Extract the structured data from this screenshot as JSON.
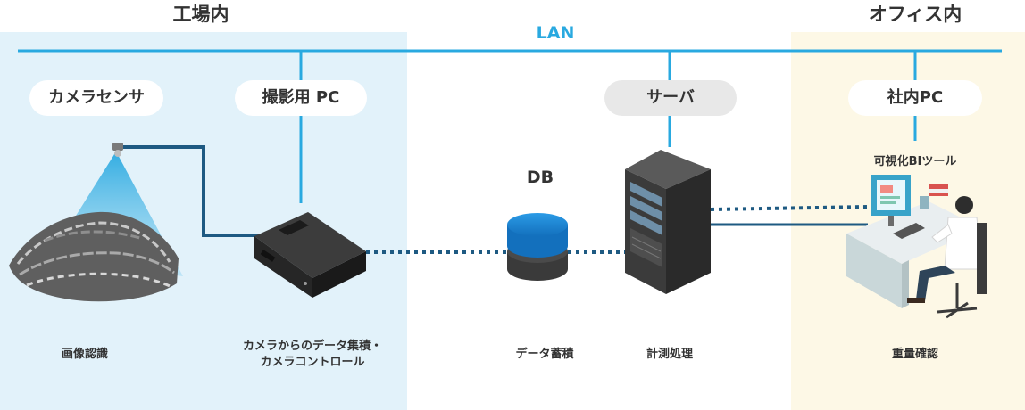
{
  "zones": {
    "factory": {
      "title": "工場内"
    },
    "office": {
      "title": "オフィス内"
    }
  },
  "network": {
    "lan_label": "LAN"
  },
  "nodes": {
    "camera_sensor": {
      "label": "カメラセンサ",
      "caption": "画像認識"
    },
    "capture_pc": {
      "label": "撮影用 PC",
      "caption_line1": "カメラからのデータ集積・",
      "caption_line2": "カメラコントロール"
    },
    "db": {
      "label": "DB",
      "caption": "データ蓄積"
    },
    "server": {
      "label": "サーバ",
      "caption": "計測処理"
    },
    "office_pc": {
      "label": "社内PC",
      "sublabel": "可視化BIツール",
      "caption": "重量確認"
    }
  },
  "colors": {
    "lan_line": "#29a9e0",
    "wired_link": "#1e5a82",
    "dotted_link": "#1e5a82",
    "factory_bg": "#e2f2fa",
    "office_bg": "#fdf8e6",
    "db_top": "#1e8ad8",
    "db_body": "#3a3a3a",
    "server_body": "#3b3b3b",
    "sensor_beam": "#29a9e0"
  },
  "icons": [
    "camera-sensor-icon",
    "parts-pile-icon",
    "capture-pc-icon",
    "database-icon",
    "server-rack-icon",
    "office-worker-icon"
  ]
}
